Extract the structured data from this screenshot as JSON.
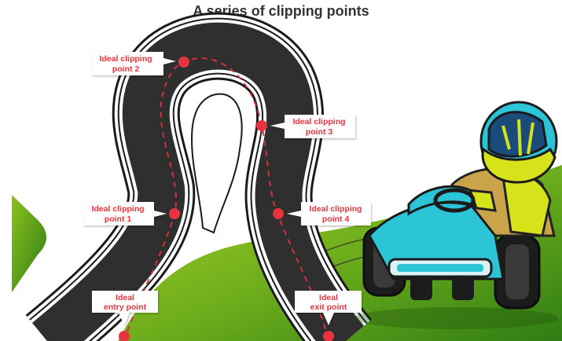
{
  "title": "A series of clipping points",
  "labels": {
    "clip2": [
      "Ideal clipping",
      "point 2"
    ],
    "clip3": [
      "Ideal clipping",
      "point 3"
    ],
    "clip1": [
      "Ideal clipping",
      "point 1"
    ],
    "clip4": [
      "Ideal clipping",
      "point 4"
    ],
    "entry": [
      "Ideal",
      "entry point"
    ],
    "exit": [
      "Ideal",
      "exit point"
    ]
  },
  "colors": {
    "track": "#2f2f2f",
    "border": "#ffffff",
    "dash": "#d6303a",
    "marker": "#e8343e",
    "label_text": "#e8343e",
    "grass_light": "#8cc21f",
    "grass_dark": "#3f8c16",
    "kart_body": "#2cc5d8",
    "helmet": "#d6e21a"
  },
  "icons": [
    "go-kart-driver-illustration",
    "green-arrow-shape"
  ]
}
